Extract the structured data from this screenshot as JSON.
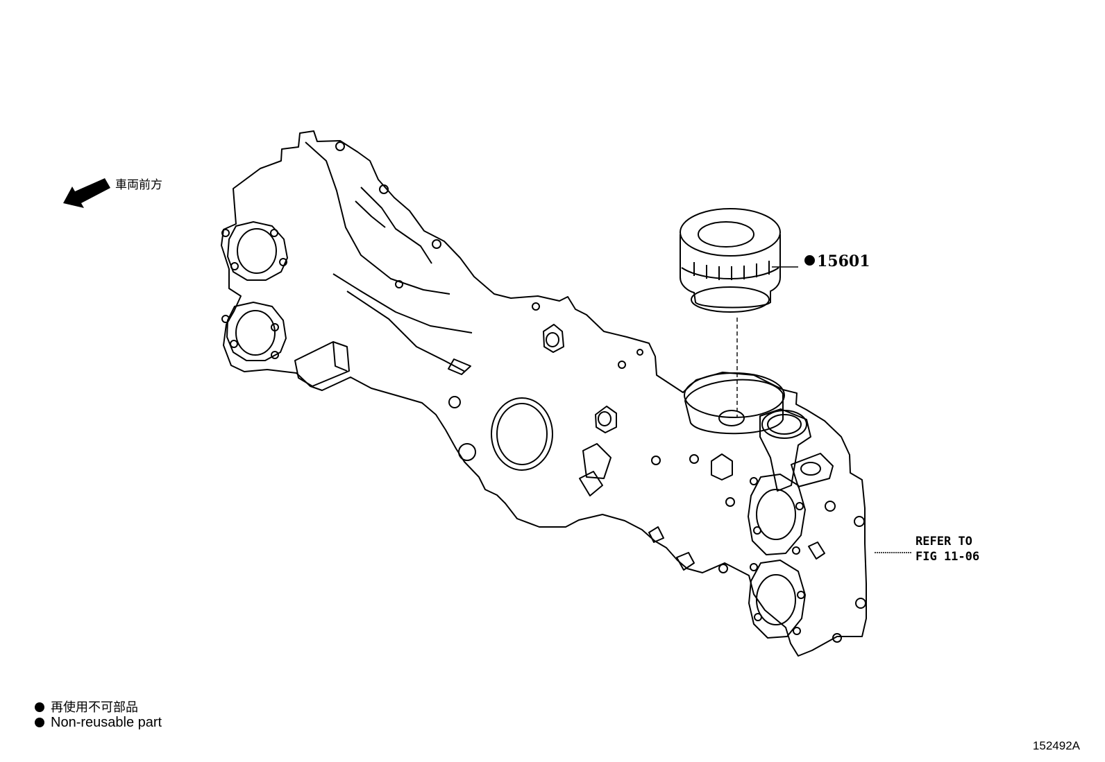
{
  "front_label": "車両前方",
  "part_number": "15601",
  "refer_text": {
    "line1": "REFER TO",
    "line2": "FIG 11-06"
  },
  "legend": {
    "jp": "再使用不可部品",
    "en": "Non-reusable part"
  },
  "figure_number": "152492A"
}
